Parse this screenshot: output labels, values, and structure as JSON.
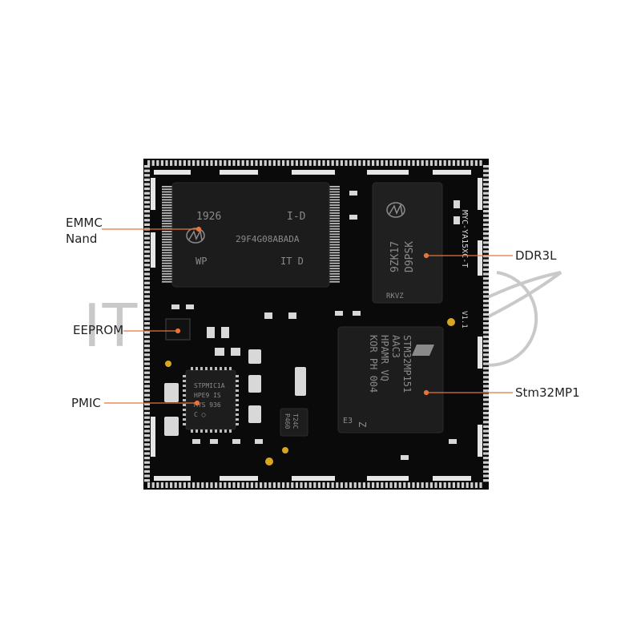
{
  "watermark": {
    "text": "IT"
  },
  "board": {
    "silkscreen_model": "MYC-YA15XC-T",
    "silkscreen_version": "V1.1"
  },
  "chips": {
    "nand": {
      "line1_left": "1926",
      "line1_right": "I-D",
      "line2": "29F4G08ABADA",
      "line3_left": "WP",
      "line3_right": "IT D",
      "logo": "micron-logo-icon"
    },
    "ddr": {
      "line1": "9ZK17",
      "line2": "D9PSK",
      "line3": "RKVZ",
      "logo": "micron-logo-icon"
    },
    "mpu": {
      "line1": "STM32MP151",
      "line2": "AAC3",
      "line3": "HPAMR VQ",
      "line4": "KOR PH 004",
      "line5": "Z",
      "line6": "ЕЗ",
      "logo": "st-logo-icon"
    },
    "pmic": {
      "line1": "STPMIC1A",
      "line2": "HPE9 IS",
      "line3": "MYS 936",
      "line4": "C ◯"
    },
    "small_ic": {
      "line1": "T24C",
      "line2": "P460"
    }
  },
  "labels": {
    "emmc_line1": "EMMC",
    "emmc_line2": "Nand",
    "eeprom": "EEPROM",
    "pmic": "PMIC",
    "ddr": "DDR3L",
    "mpu": "Stm32MP1"
  },
  "colors": {
    "pcb": "#0a0a0a",
    "leader": "#e8743b",
    "pad": "#cfcfcf",
    "gold": "#d9a622"
  }
}
